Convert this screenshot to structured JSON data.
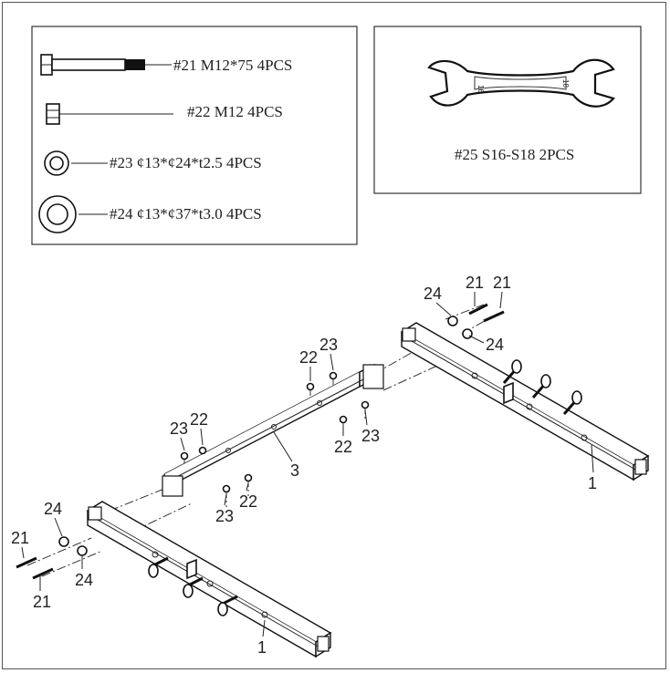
{
  "parts_list": {
    "items": [
      {
        "id": "bolt",
        "icon": "bolt-icon",
        "label": "#21 M12*75 4PCS"
      },
      {
        "id": "nut",
        "icon": "nut-icon",
        "label": "#22 M12  4PCS"
      },
      {
        "id": "washer-small",
        "icon": "washer-icon",
        "label": "#23 ¢13*¢24*t2.5  4PCS"
      },
      {
        "id": "washer-large",
        "icon": "washer-icon",
        "label": "#24 ¢13*¢37*t3.0  4PCS"
      }
    ]
  },
  "tool_box": {
    "icon": "wrench-icon",
    "label": "#25 S16-S18 2PCS",
    "size_left": "16",
    "size_right": "18"
  },
  "callouts": {
    "c21a": "21",
    "c21b": "21",
    "c24a": "24",
    "c24b": "24",
    "c22a": "22",
    "c23a": "23",
    "c22b": "22",
    "c23b": "23",
    "c23c": "23",
    "c22c": "22",
    "c23d": "23",
    "c22d": "22",
    "c3": "3",
    "c1a": "1",
    "c24c": "24",
    "c21c": "21",
    "c21d": "21",
    "c24d": "24",
    "c1b": "1"
  }
}
